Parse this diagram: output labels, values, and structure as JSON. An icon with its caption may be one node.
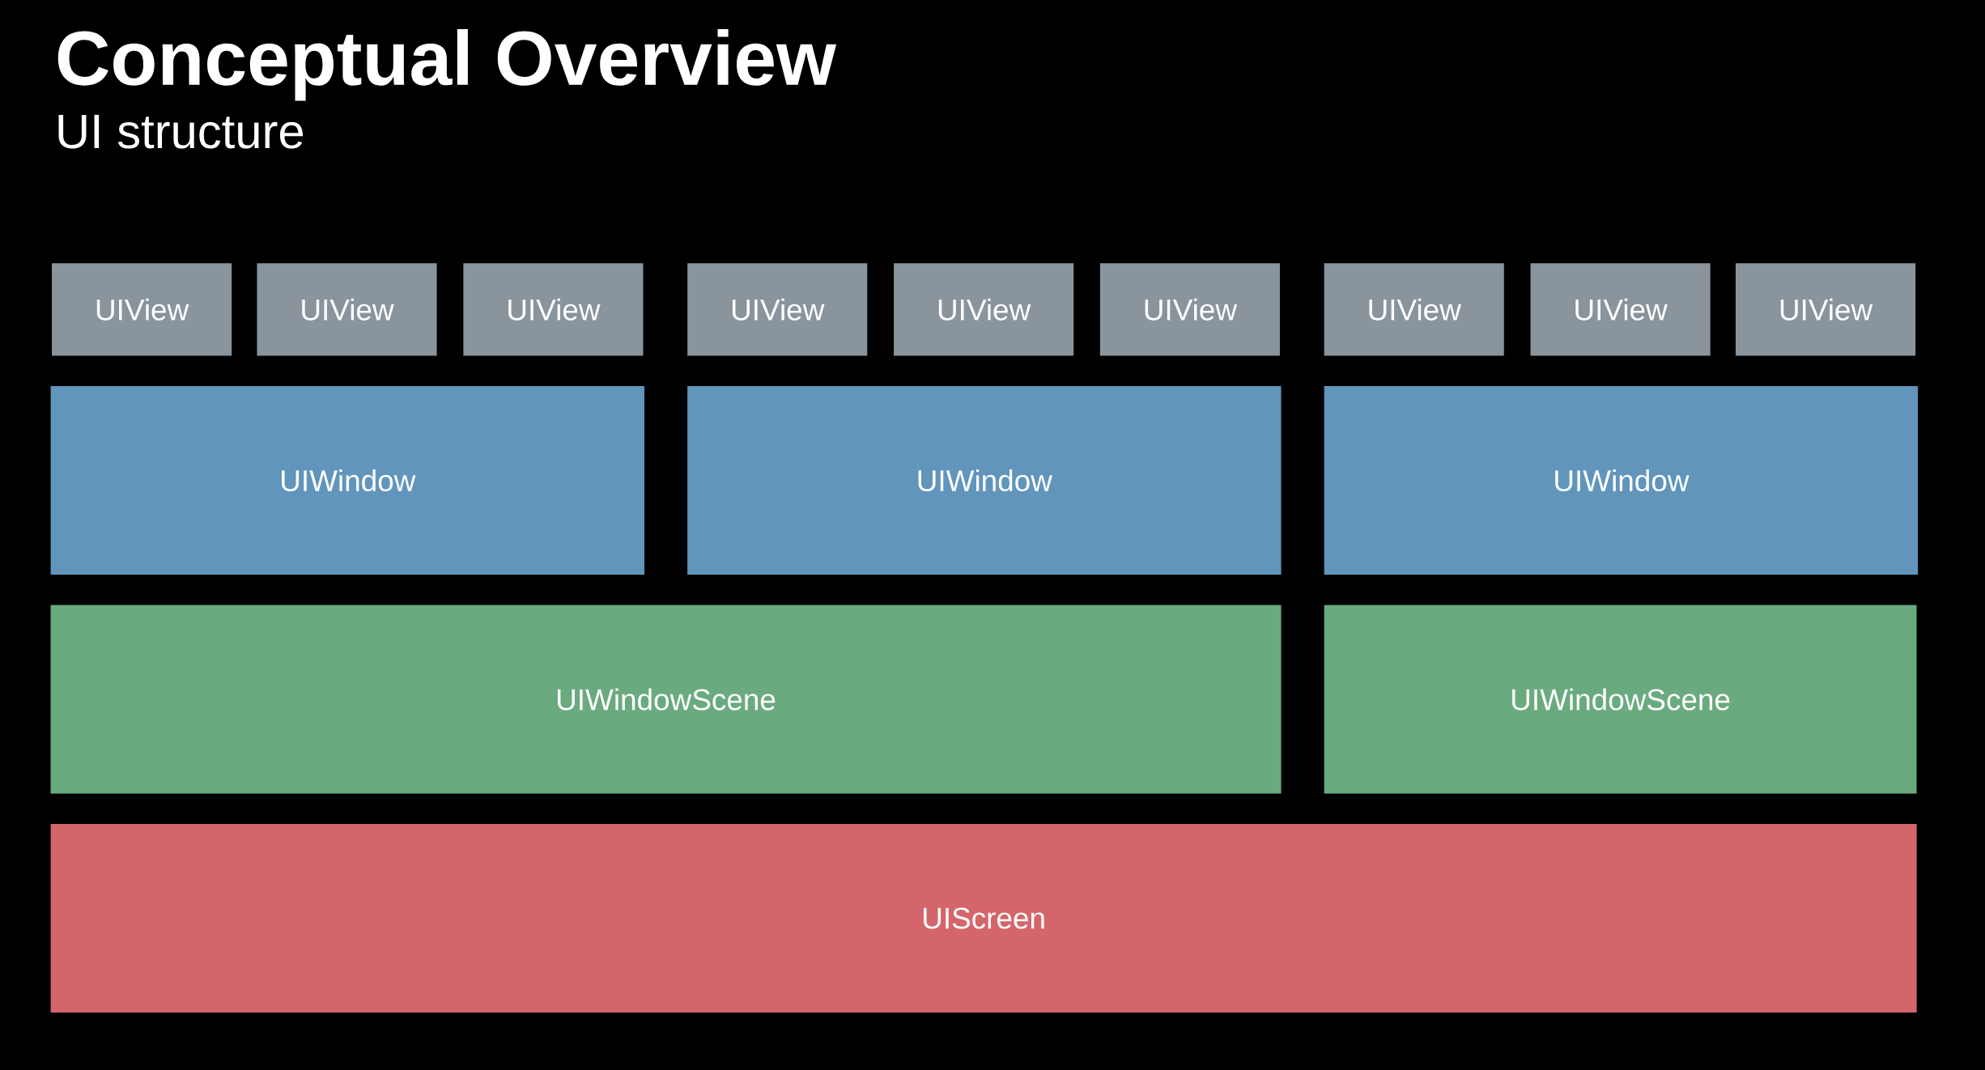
{
  "diagram": {
    "title": "Conceptual Overview",
    "nodes": [
      {
        "text": [
          "UIView"
        ]
      },
      {
        "text": [
          "UIView"
        ]
      },
      {
        "text": [
          "UIView"
        ]
      },
      {
        "text": [
          "UIView"
        ]
      },
      {
        "text": [
          "UIView"
        ]
      },
      {
        "text": [
          "UIView"
        ]
      },
      {
        "text": [
          "UIView"
        ]
      },
      {
        "text": [
          "UIView"
        ]
      },
      {
        "text": [
          "UIView"
        ]
      },
      {
        "text": [
          "UIWindow"
        ]
      },
      {
        "text": [
          "UIWindow"
        ]
      },
      {
        "text": [
          "UIWindow"
        ]
      },
      {
        "text": [
          "UIWindowScene"
        ]
      },
      {
        "text": [
          "UIWindowScene"
        ]
      },
      {
        "text": [
          "UIScreen"
        ]
      }
    ],
    "edges": [],
    "labels": [
      "UI structure"
    ]
  }
}
